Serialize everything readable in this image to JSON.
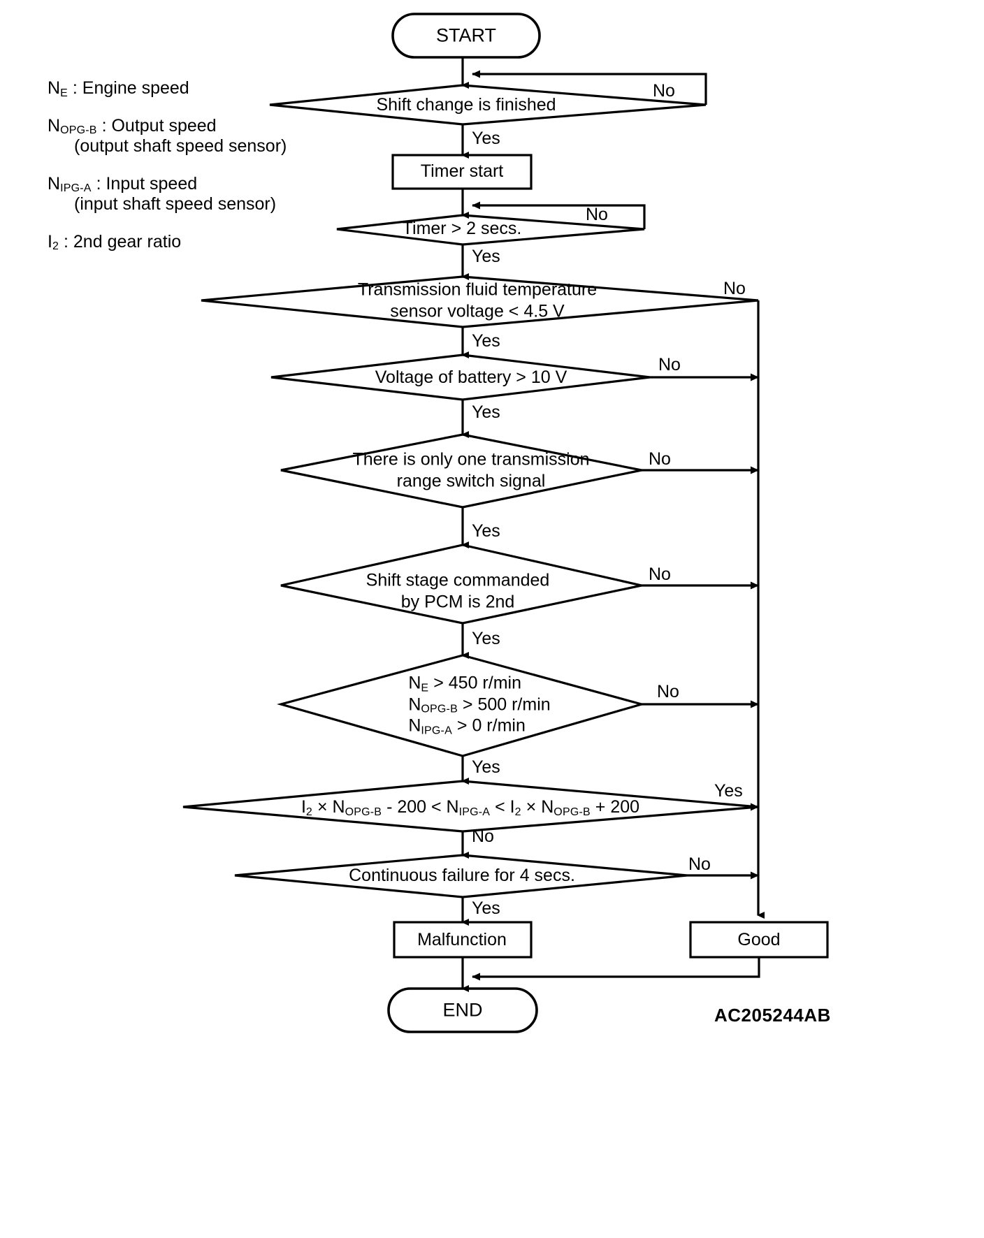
{
  "diagram": {
    "title": "Transmission 2nd gear ratio diagnostic flowchart",
    "reference_code": "AC205244AB",
    "stroke_color": "#000000",
    "background_color": "#ffffff"
  },
  "legend": {
    "items": [
      {
        "symbol": "N",
        "subscript": "E",
        "separator": " : ",
        "description": "Engine speed",
        "detail": ""
      },
      {
        "symbol": "N",
        "subscript": "OPG-B",
        "separator": " : ",
        "description": "Output speed",
        "detail": "(output shaft speed sensor)"
      },
      {
        "symbol": "N",
        "subscript": "IPG-A",
        "separator": " : ",
        "description": "Input speed",
        "detail": "(input shaft speed sensor)"
      },
      {
        "symbol": "I",
        "subscript": "2",
        "separator": " : ",
        "description": "2nd gear ratio",
        "detail": ""
      }
    ]
  },
  "nodes": {
    "start": {
      "type": "terminator",
      "label": "START"
    },
    "shift_change": {
      "type": "decision",
      "label": "Shift change is finished"
    },
    "timer_start": {
      "type": "process",
      "label": "Timer start"
    },
    "timer_2secs": {
      "type": "decision",
      "label": "Timer > 2 secs."
    },
    "fluid_temp": {
      "type": "decision",
      "line1": "Transmission fluid temperature",
      "line2": "sensor voltage < 4.5 V"
    },
    "battery_voltage": {
      "type": "decision",
      "label": "Voltage of battery > 10 V"
    },
    "range_switch": {
      "type": "decision",
      "line1": "There is only one transmission",
      "line2": "range switch signal"
    },
    "shift_stage": {
      "type": "decision",
      "line1": "Shift stage commanded",
      "line2": "by PCM is 2nd"
    },
    "speed_conditions": {
      "type": "decision",
      "line1_sym": "N",
      "line1_sub": "E",
      "line1_rest": " > 450 r/min",
      "line2_sym": "N",
      "line2_sub": "OPG-B",
      "line2_rest": " > 500 r/min",
      "line3_sym": "N",
      "line3_sub": "IPG-A",
      "line3_rest": " > 0 r/min"
    },
    "gear_ratio": {
      "type": "decision",
      "p1_sym": "I",
      "p1_sub": "2",
      "p1_rest": " × ",
      "p2_sym": "N",
      "p2_sub": "OPG-B",
      "p2_rest": " - 200 < ",
      "p3_sym": "N",
      "p3_sub": "IPG-A",
      "p3_rest": " < ",
      "p4_sym": "I",
      "p4_sub": "2",
      "p4_rest": " × ",
      "p5_sym": "N",
      "p5_sub": "OPG-B",
      "p5_rest": " + 200"
    },
    "continuous_failure": {
      "type": "decision",
      "label": "Continuous failure for 4 secs."
    },
    "malfunction": {
      "type": "process",
      "label": "Malfunction"
    },
    "good": {
      "type": "process",
      "label": "Good"
    },
    "end": {
      "type": "terminator",
      "label": "END"
    }
  },
  "edge_labels": {
    "shift_change_no": "No",
    "shift_change_yes": "Yes",
    "timer_no": "No",
    "timer_yes": "Yes",
    "fluid_temp_no": "No",
    "fluid_temp_yes": "Yes",
    "battery_no": "No",
    "battery_yes": "Yes",
    "range_switch_no": "No",
    "range_switch_yes": "Yes",
    "shift_stage_no": "No",
    "shift_stage_yes": "Yes",
    "speed_no": "No",
    "speed_yes": "Yes",
    "gear_ratio_yes": "Yes",
    "gear_ratio_no": "No",
    "failure_no": "No",
    "failure_yes": "Yes"
  }
}
